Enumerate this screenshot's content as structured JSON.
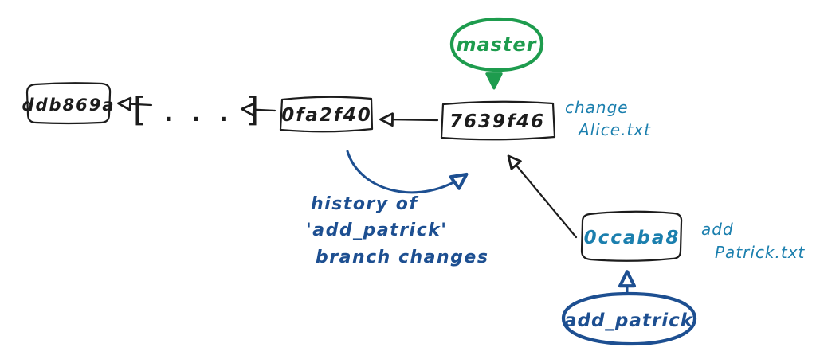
{
  "nodes": {
    "commit_old": "ddb869a",
    "ellipsis": "[ . . . ]",
    "commit_prev": "0fa2f40",
    "commit_head": "7639f46",
    "commit_patrick": "0ccaba8"
  },
  "branches": {
    "master": "master",
    "add_patrick": "add_patrick"
  },
  "annotations": {
    "change_line1": "change",
    "change_line2": "Alice.txt",
    "add_line1": "add",
    "add_line2": "Patrick.txt",
    "history_line1": "history of",
    "history_line2": "'add_patrick'",
    "history_line3": "branch changes"
  },
  "colors": {
    "ink": "#1c1c1c",
    "branch_green": "#1e9c4e",
    "note_teal_blue": "#1b7fae",
    "history_navy_blue": "#1d4f91",
    "background": "#ffffff"
  }
}
